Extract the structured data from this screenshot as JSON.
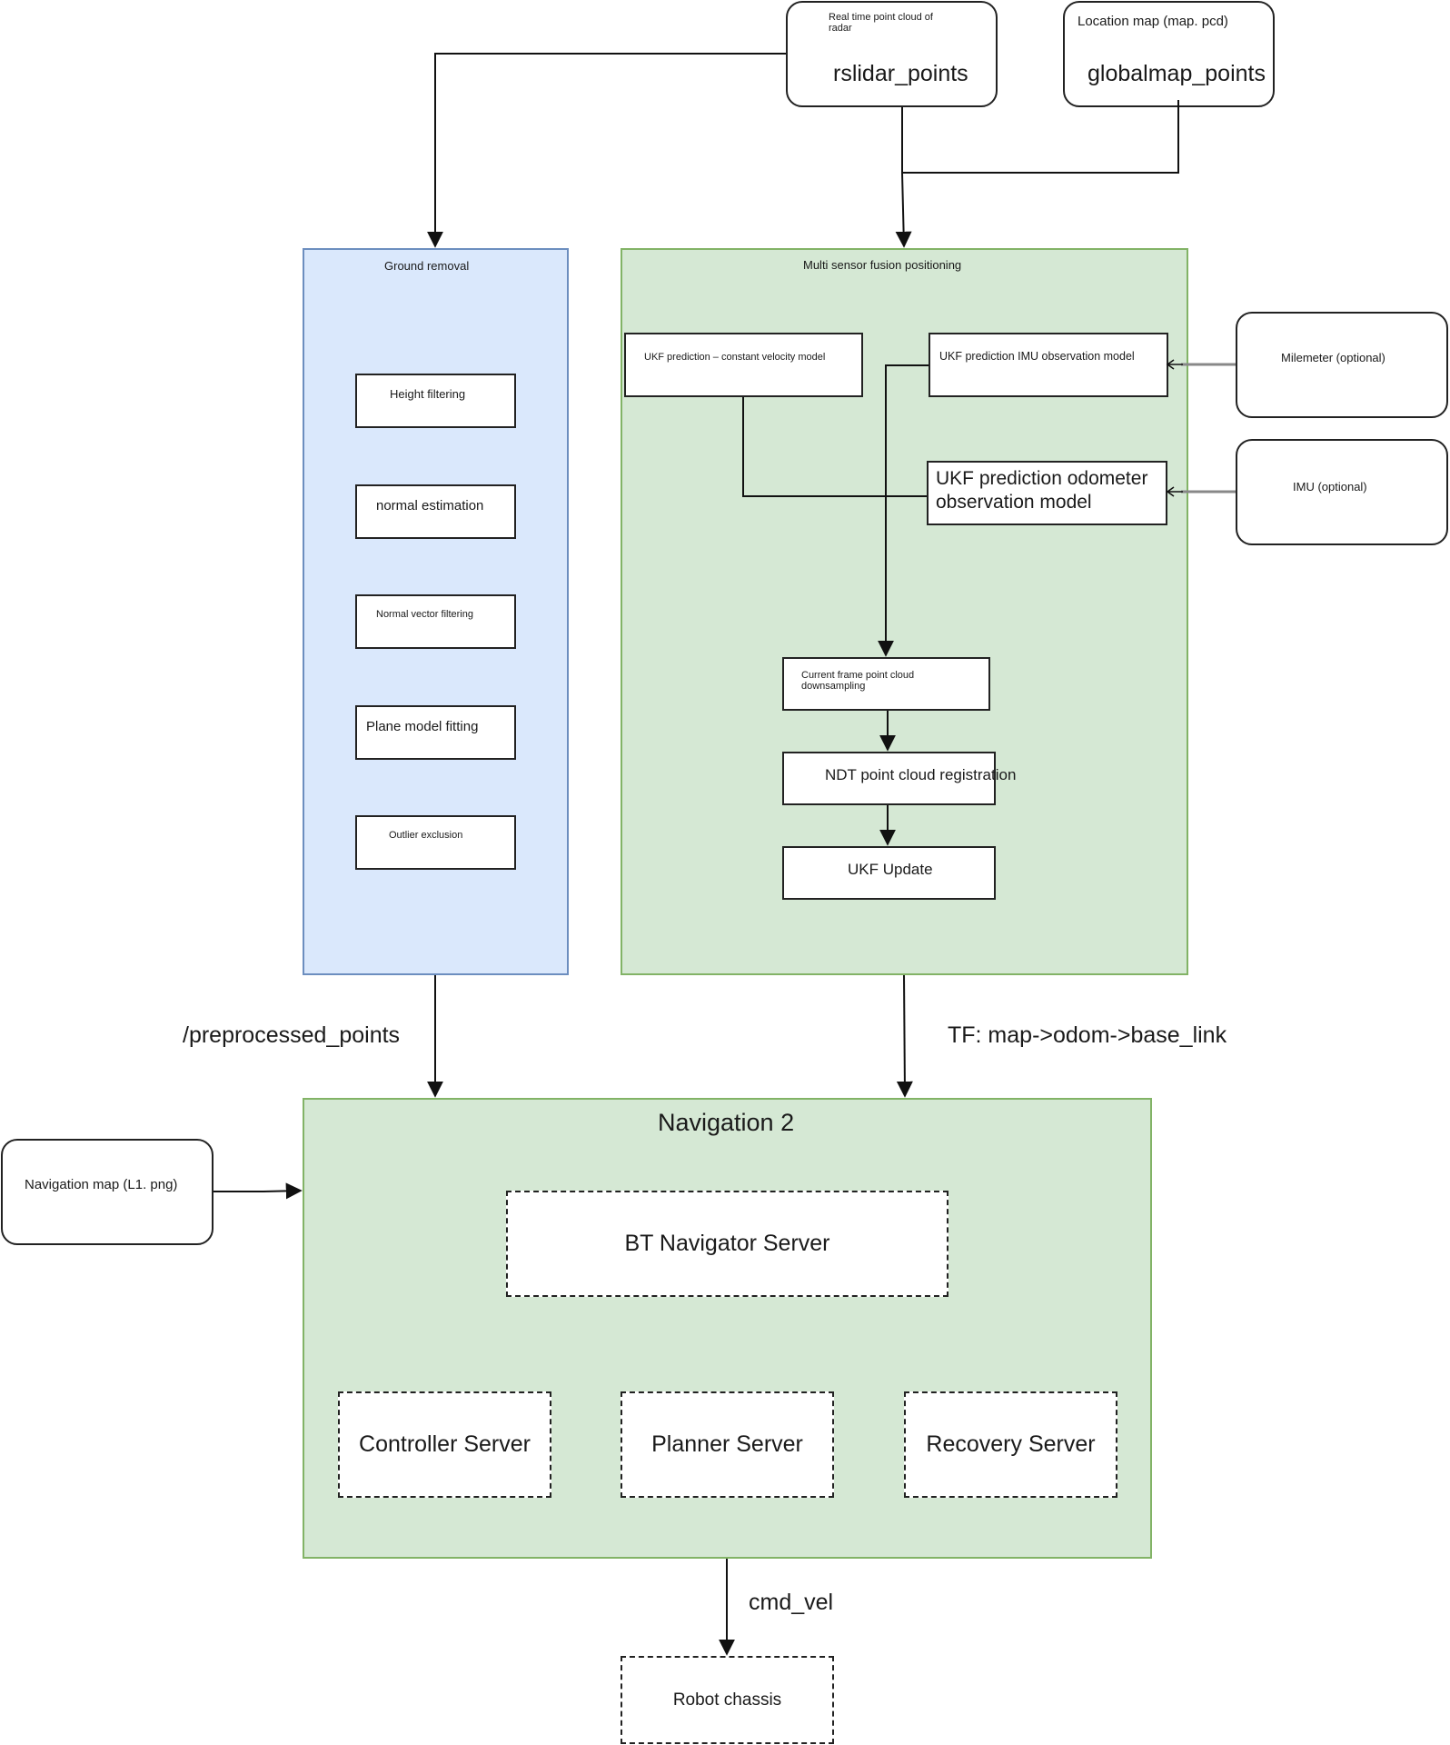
{
  "sources": {
    "rslidar": {
      "caption": "Real time point cloud of radar",
      "topic": "rslidar_points"
    },
    "globalmap": {
      "caption": "Location map (map. pcd)",
      "topic": "globalmap_points"
    }
  },
  "ground_removal": {
    "title": "Ground removal",
    "steps": [
      "Height filtering",
      "normal estimation",
      "Normal vector filtering",
      "Plane model fitting",
      "Outlier exclusion"
    ]
  },
  "fusion": {
    "title": "Multi sensor fusion positioning",
    "ukf_cv": "UKF prediction – constant velocity model",
    "ukf_imu": "UKF prediction IMU observation model",
    "ukf_odom": "UKF prediction odometer observation model",
    "downsample": "Current frame point cloud downsampling",
    "ndt": "NDT point cloud registration",
    "ukf_update": "UKF Update"
  },
  "external": {
    "milemeter": "Milemeter (optional)",
    "imu": "IMU (optional)",
    "navmap": "Navigation map (L1. png)"
  },
  "edges": {
    "preprocessed": "/preprocessed_points",
    "tf": "TF: map->odom->base_link",
    "cmd_vel": "cmd_vel"
  },
  "nav2": {
    "title": "Navigation 2",
    "bt": "BT Navigator Server",
    "controller": "Controller Server",
    "planner": "Planner Server",
    "recovery": "Recovery Server"
  },
  "chassis": "Robot chassis",
  "colors": {
    "blue_fill": "#dae8fc",
    "blue_stroke": "#6c8ebf",
    "green_fill": "#d5e8d4",
    "green_stroke": "#82b366"
  }
}
